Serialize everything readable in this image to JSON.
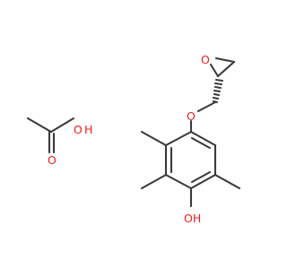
{
  "molecule": {
    "atoms": {
      "oxygen": "O",
      "hydroxyl": "OH",
      "hydroxyl_h": "H"
    },
    "colors": {
      "bond": "#3a3a3a",
      "heteroatom": "#ee1c1c",
      "background": "#ffffff"
    }
  }
}
